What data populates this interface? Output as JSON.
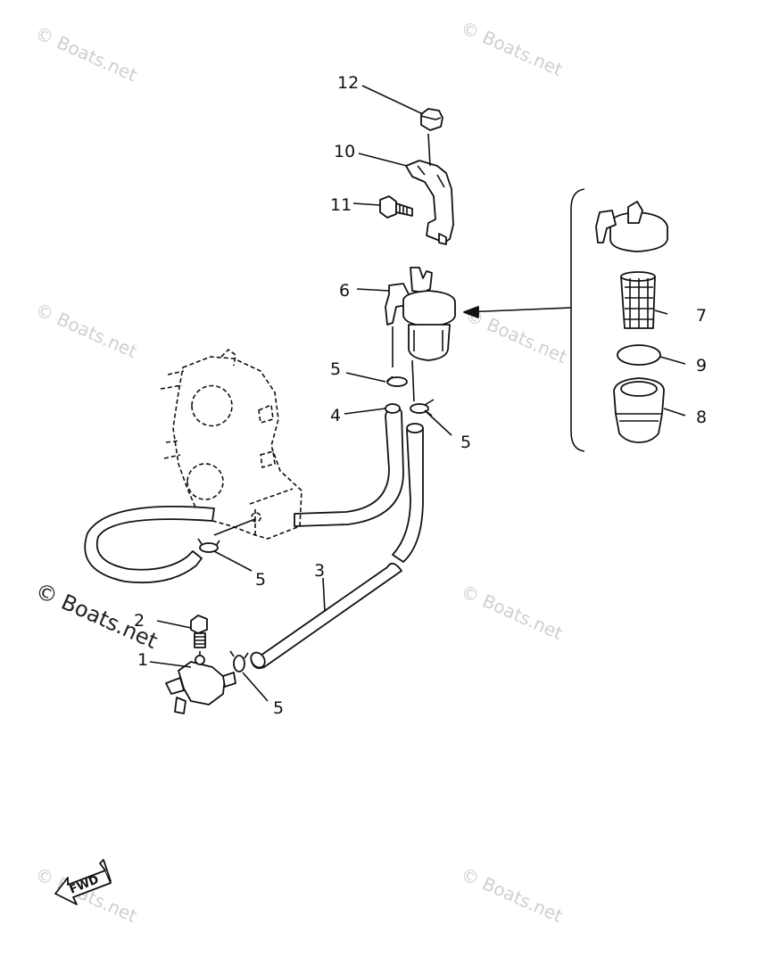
{
  "watermarks": {
    "text": "© Boats.net",
    "prominent": "© Boats.net"
  },
  "callouts": {
    "p1": "1",
    "p2": "2",
    "p3": "3",
    "p4": "4",
    "p5a": "5",
    "p5b": "5",
    "p5c": "5",
    "p5d": "5",
    "p6": "6",
    "p7": "7",
    "p8": "8",
    "p9": "9",
    "p10": "10",
    "p11": "11",
    "p12": "12"
  },
  "fwd_label": "FWD"
}
